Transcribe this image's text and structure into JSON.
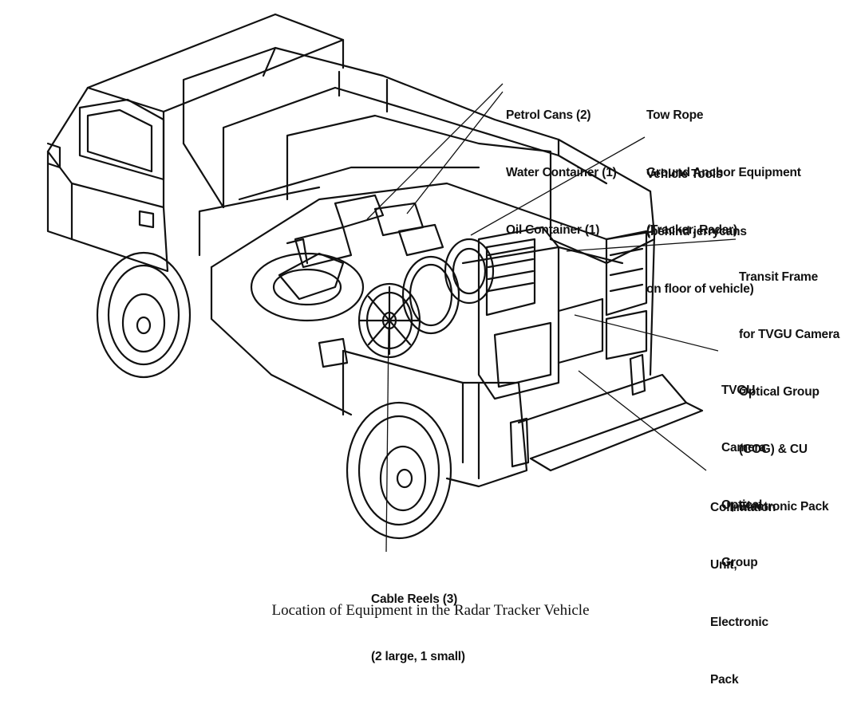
{
  "callouts": {
    "petrol": [
      "Petrol Cans (2)",
      "Water Container (1)",
      "Oil Container (1)"
    ],
    "tow": [
      "Tow Rope",
      "Ground Anchor Equipment",
      "(Tracker, Radar)"
    ],
    "tools": [
      "Vehicle Tools",
      "(behind jerrycans",
      "on floor of vehicle)"
    ],
    "transit": [
      "Transit Frame",
      "for TVGU Camera",
      "Optical Group",
      "(COG) & CU",
      "Electronic Pack"
    ],
    "tvgu": [
      "TVGU",
      "Camera",
      "Optical",
      "Group"
    ],
    "collimation": [
      "Collimation",
      "Unit,",
      "Electronic",
      "Pack"
    ],
    "cable": [
      "Cable Reels (3)",
      "(2 large, 1 small)"
    ]
  },
  "caption": "Location of Equipment in the Radar Tracker Vehicle"
}
